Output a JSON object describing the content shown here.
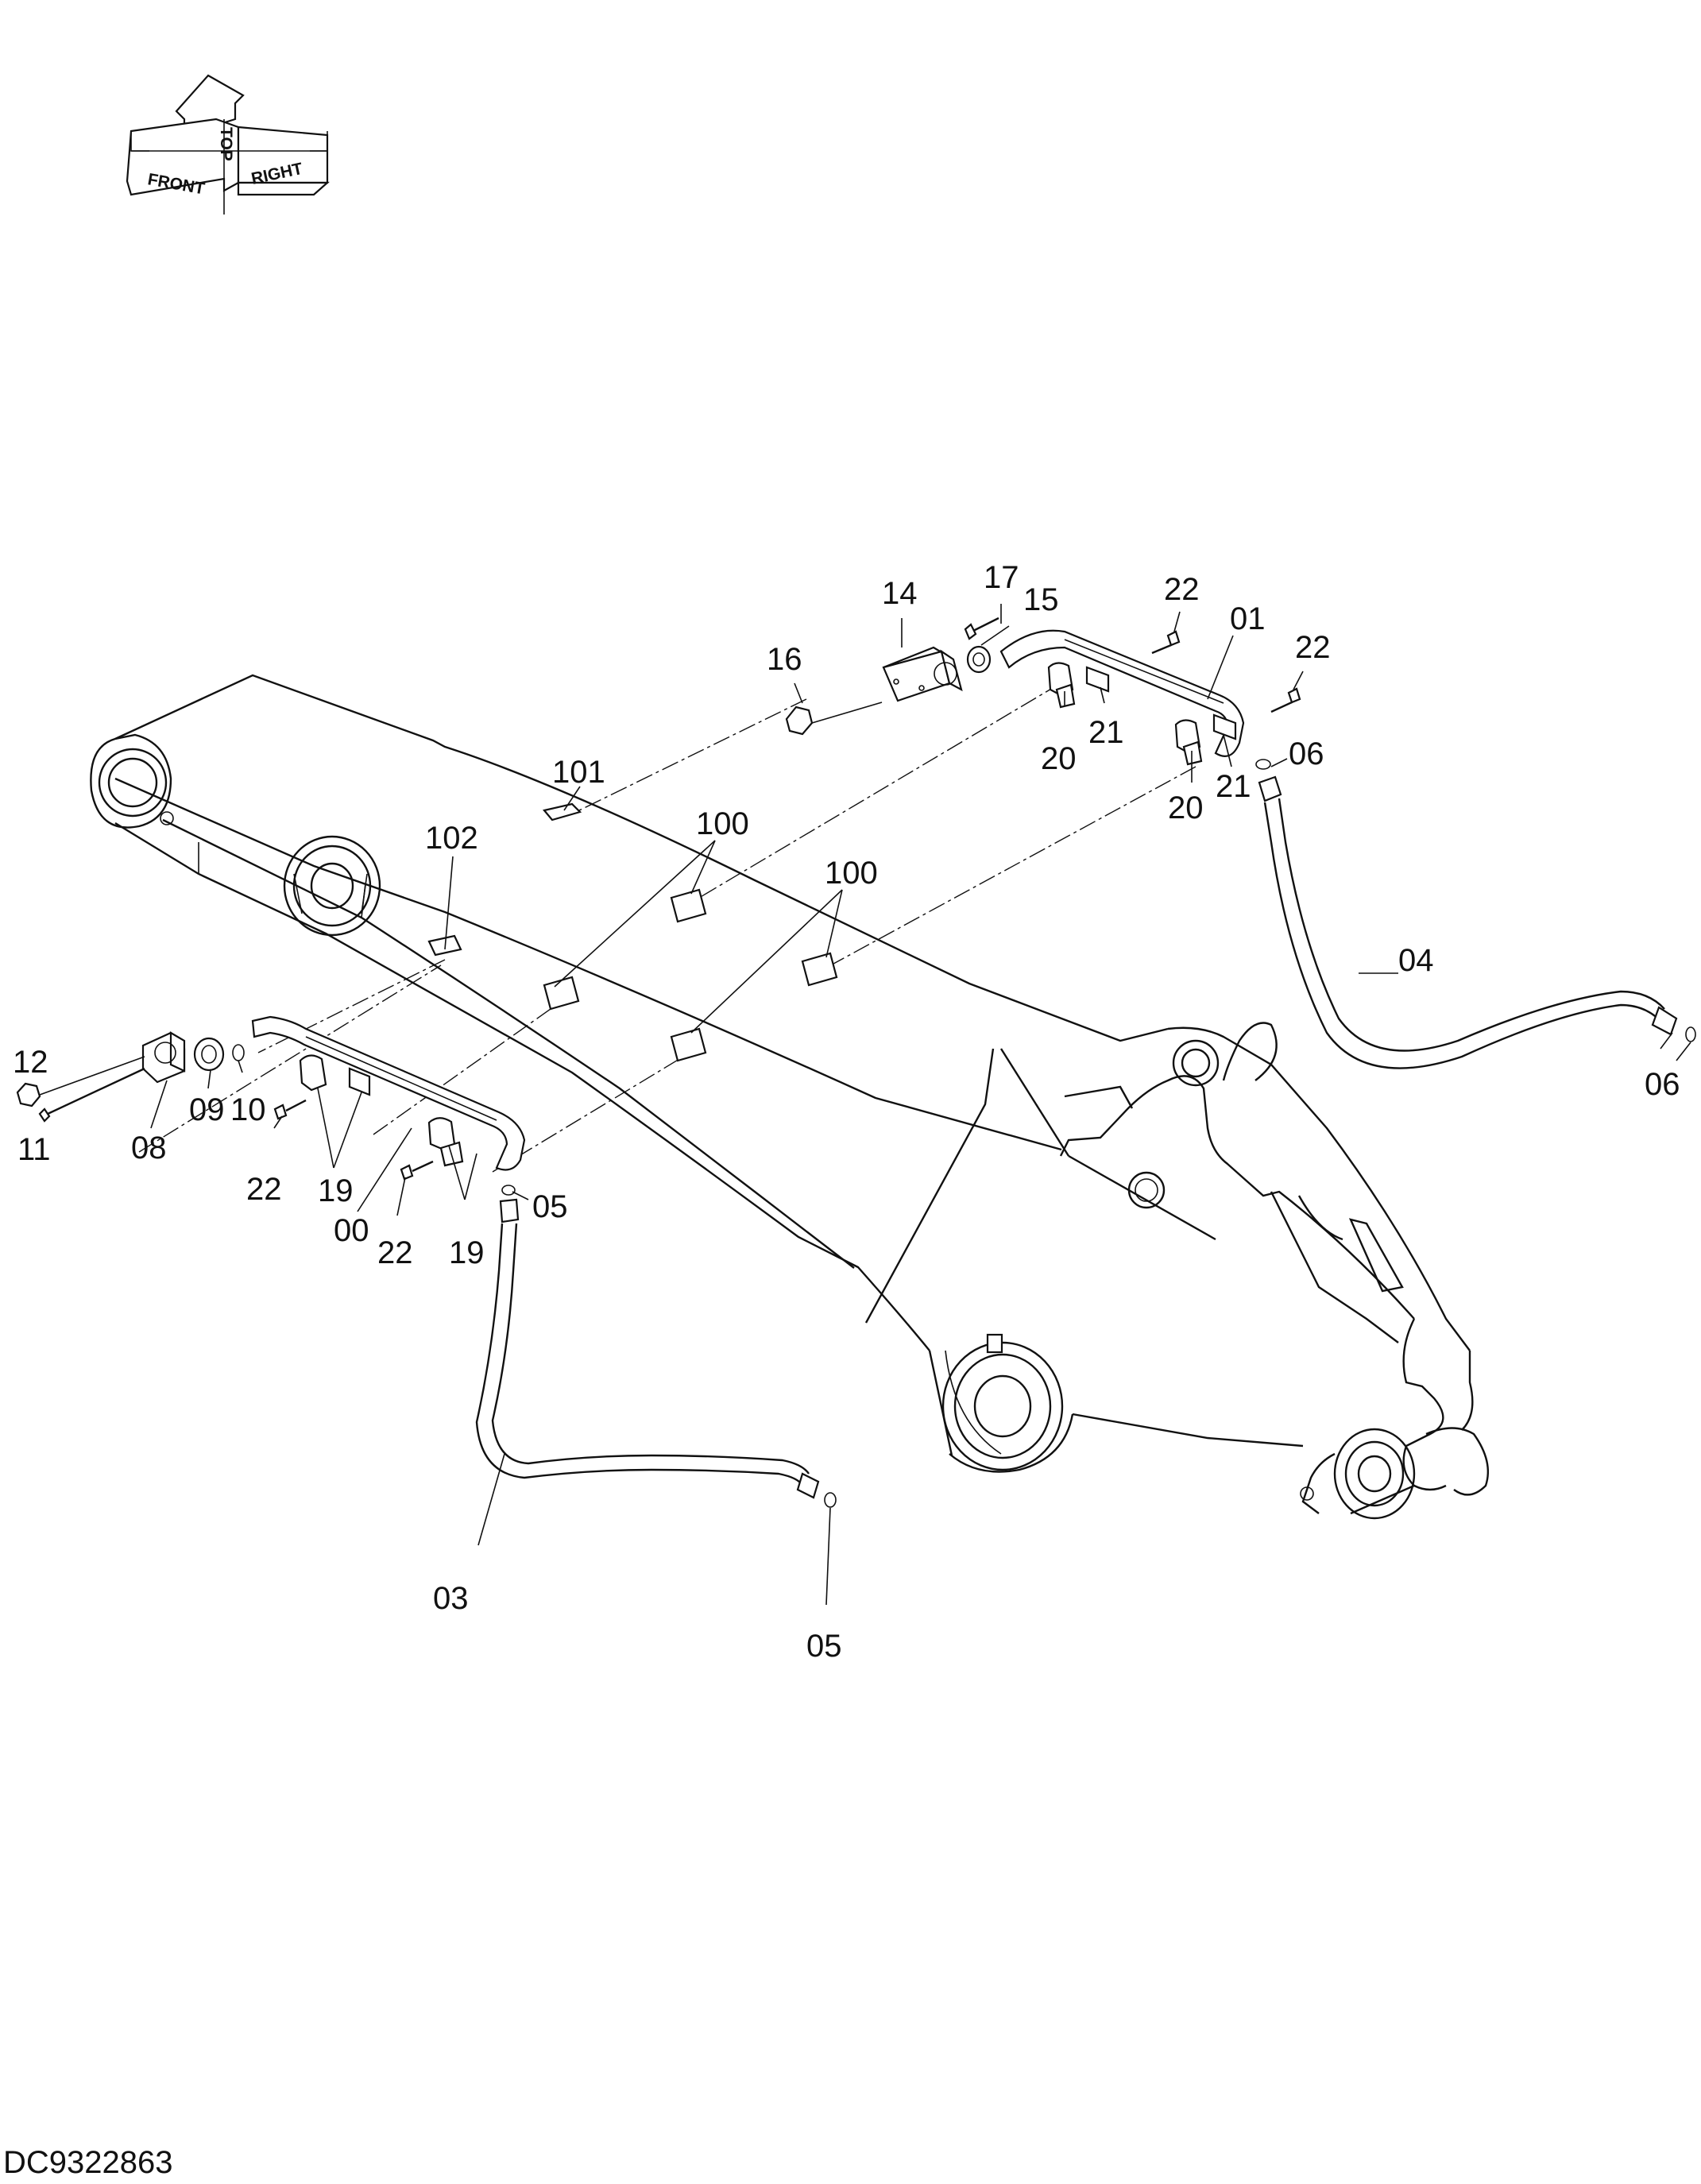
{
  "diagram": {
    "drawing_code": "DC9322863",
    "orientation": {
      "top": "TOP",
      "front": "FRONT",
      "right": "RIGHT"
    },
    "callouts": [
      {
        "id": "c00",
        "text": "00"
      },
      {
        "id": "c01",
        "text": "01"
      },
      {
        "id": "c03",
        "text": "03"
      },
      {
        "id": "c04",
        "text": "04"
      },
      {
        "id": "c05a",
        "text": "05"
      },
      {
        "id": "c05b",
        "text": "05"
      },
      {
        "id": "c06a",
        "text": "06"
      },
      {
        "id": "c06b",
        "text": "06"
      },
      {
        "id": "c08",
        "text": "08"
      },
      {
        "id": "c09",
        "text": "09"
      },
      {
        "id": "c10",
        "text": "10"
      },
      {
        "id": "c11",
        "text": "11"
      },
      {
        "id": "c12",
        "text": "12"
      },
      {
        "id": "c14",
        "text": "14"
      },
      {
        "id": "c15",
        "text": "15"
      },
      {
        "id": "c16",
        "text": "16"
      },
      {
        "id": "c17",
        "text": "17"
      },
      {
        "id": "c19a",
        "text": "19"
      },
      {
        "id": "c19b",
        "text": "19"
      },
      {
        "id": "c20a",
        "text": "20"
      },
      {
        "id": "c20b",
        "text": "20"
      },
      {
        "id": "c21a",
        "text": "21"
      },
      {
        "id": "c21b",
        "text": "21"
      },
      {
        "id": "c22a",
        "text": "22"
      },
      {
        "id": "c22b",
        "text": "22"
      },
      {
        "id": "c22c",
        "text": "22"
      },
      {
        "id": "c22d",
        "text": "22"
      },
      {
        "id": "c100a",
        "text": "100"
      },
      {
        "id": "c100b",
        "text": "100"
      },
      {
        "id": "c101",
        "text": "101"
      },
      {
        "id": "c102",
        "text": "102"
      }
    ]
  }
}
